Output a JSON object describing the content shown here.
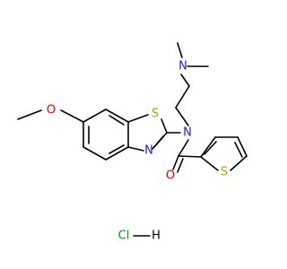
{
  "molecule": {
    "atoms": {
      "n_amine": {
        "label": "N",
        "color": "#2020d0"
      },
      "n_amide": {
        "label": "N",
        "color": "#2020d0"
      },
      "n_ring": {
        "label": "N",
        "color": "#2020d0"
      },
      "s_benzothiazole": {
        "label": "S",
        "color": "#b8a000"
      },
      "s_thiophene": {
        "label": "S",
        "color": "#b8a000"
      },
      "o_methoxy": {
        "label": "O",
        "color": "#e00000"
      },
      "o_carbonyl": {
        "label": "O",
        "color": "#e00000"
      }
    },
    "salt": {
      "cl_label": "Cl",
      "h_label": "H",
      "cl_color": "#00a000",
      "h_color": "#000000"
    }
  }
}
